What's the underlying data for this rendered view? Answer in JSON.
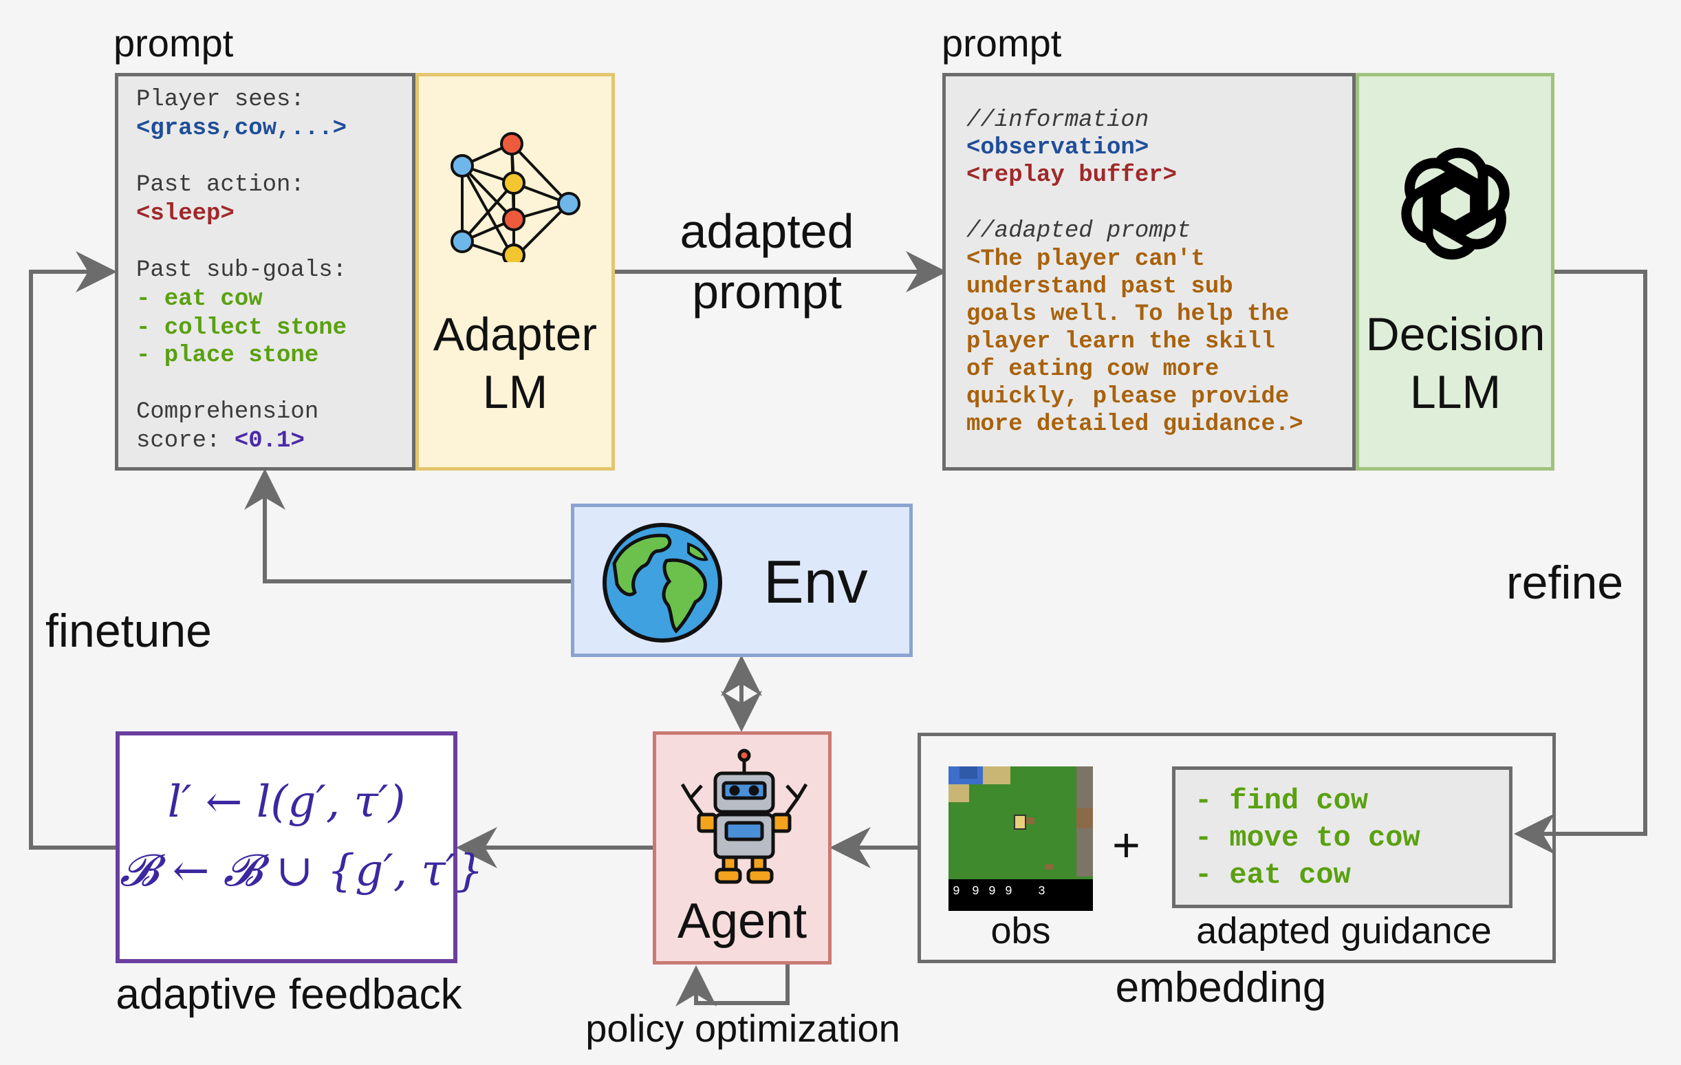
{
  "prompt_left": {
    "label": "prompt",
    "lines": [
      {
        "text": "Player sees:",
        "style": "gray"
      },
      {
        "text": "<grass,cow,...>",
        "style": "blue"
      },
      {
        "text": "Past action:",
        "style": "gray"
      },
      {
        "text": "<sleep>",
        "style": "red"
      },
      {
        "text": "Past sub-goals:",
        "style": "gray"
      },
      {
        "text": "- eat cow",
        "style": "green"
      },
      {
        "text": "- collect stone",
        "style": "green"
      },
      {
        "text": "- place stone",
        "style": "green"
      },
      {
        "text": "Comprehension",
        "style": "gray"
      },
      {
        "text": "score: ",
        "style": "gray"
      },
      {
        "text": "<0.1>",
        "style": "purple"
      }
    ]
  },
  "adapter": {
    "line1": "Adapter",
    "line2": "LM",
    "icon": "neural-network-icon"
  },
  "adapted_prompt_label": {
    "line1": "adapted",
    "line2": "prompt"
  },
  "prompt_right": {
    "label": "prompt",
    "lines": [
      {
        "text": "//information",
        "style": "ital"
      },
      {
        "text": "<observation>",
        "style": "blue"
      },
      {
        "text": "<replay buffer>",
        "style": "red"
      },
      {
        "text": "//adapted prompt",
        "style": "ital"
      },
      {
        "text": "<The player can't",
        "style": "orange"
      },
      {
        "text": "understand past sub",
        "style": "orange"
      },
      {
        "text": "goals well. To help the",
        "style": "orange"
      },
      {
        "text": "player learn the skill",
        "style": "orange"
      },
      {
        "text": "of eating cow more",
        "style": "orange"
      },
      {
        "text": "quickly, please provide",
        "style": "orange"
      },
      {
        "text": "more detailed guidance.>",
        "style": "orange"
      }
    ]
  },
  "decision": {
    "line1": "Decision",
    "line2": "LLM",
    "icon": "openai-logo-icon"
  },
  "env": {
    "label": "Env",
    "icon": "globe-icon"
  },
  "refine_label": "refine",
  "finetune_label": "finetune",
  "agent": {
    "label": "Agent",
    "icon": "robot-icon"
  },
  "feedback": {
    "formula1": "l′ ← l(g′, τ′)",
    "formula2": "𝓑 ← 𝓑 ∪ {g′, τ′}",
    "caption": "adaptive feedback"
  },
  "policy_label": "policy optimization",
  "embedding": {
    "caption": "embedding",
    "obs_label": "obs",
    "plus": "+",
    "guidance_lines": [
      "- find cow",
      "- move to cow",
      "- eat cow"
    ],
    "guidance_caption": "adapted guidance",
    "obs_hud": [
      "9",
      "9",
      "9",
      "9",
      "3"
    ]
  },
  "colors": {
    "prompt_bg": "#e9e9e9",
    "adapter_bg": "#fdf3d6",
    "adapter_border": "#e3c66d",
    "decision_bg": "#dfeed8",
    "decision_border": "#9fc37f",
    "env_bg": "#dee8fb",
    "env_border": "#8aa4cf",
    "agent_bg": "#f6dcdc",
    "agent_border": "#c97a74",
    "feedback_border": "#6a3fa0",
    "arrow": "#6c6c6c"
  }
}
